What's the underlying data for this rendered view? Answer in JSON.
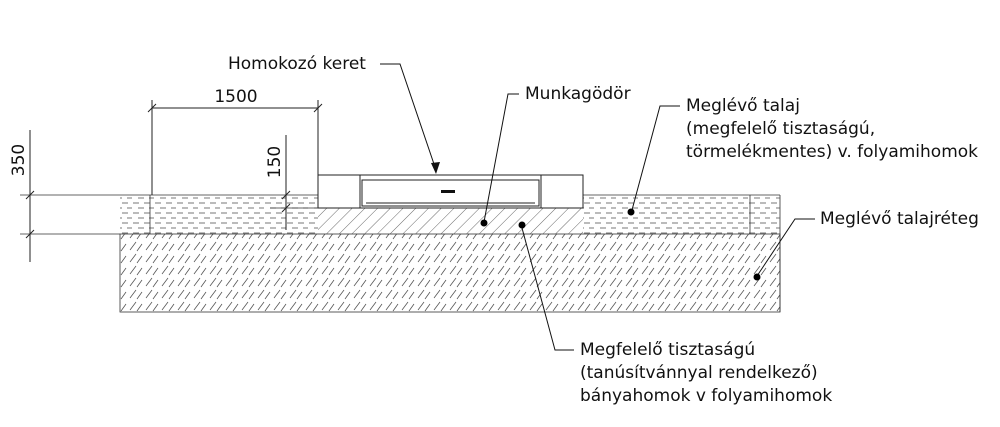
{
  "labels": {
    "frame": "Homokozó keret",
    "pit": "Munkagödör",
    "existing_soil": [
      "Meglévő talaj",
      "(megfelelő tisztaságú,",
      "törmelékmentes) v. folyamihomok"
    ],
    "existing_layer": "Meglévő talajréteg",
    "sand": [
      "Megfelelő tisztaságú",
      "(tanúsítvánnyal rendelkező)",
      "bányahomok v folyamihomok"
    ]
  },
  "dimensions": {
    "width": "1500",
    "depth": "350",
    "frame_depth": "150"
  }
}
